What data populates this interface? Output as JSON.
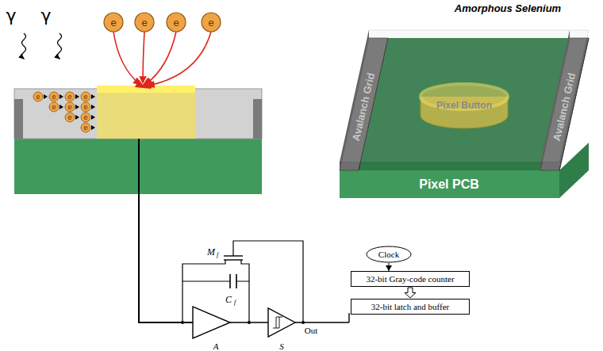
{
  "diagram": {
    "nodes": [
      {
        "text": [
          "Clock"
        ]
      },
      {
        "text": [
          "32-bit Gray-code counter"
        ]
      },
      {
        "text": [
          "32-bit latch and buffer"
        ]
      }
    ],
    "edges": [
      {
        "from": 0,
        "to": 1,
        "arrow": "to"
      },
      {
        "from": 1,
        "to": 2,
        "arrow": "to"
      }
    ],
    "labels": [
      "γ",
      "γ",
      "e",
      "e",
      "e",
      "e",
      "e",
      "e",
      "e",
      "e",
      "e",
      "e",
      "e",
      "e",
      "e",
      "e",
      "Amorphous Selenium",
      "Avalanch Grid",
      "Avalanch Grid",
      "Pixel Button",
      "Pixel PCB",
      "M",
      "f",
      "C",
      "f",
      "A",
      "S",
      "Out"
    ]
  }
}
